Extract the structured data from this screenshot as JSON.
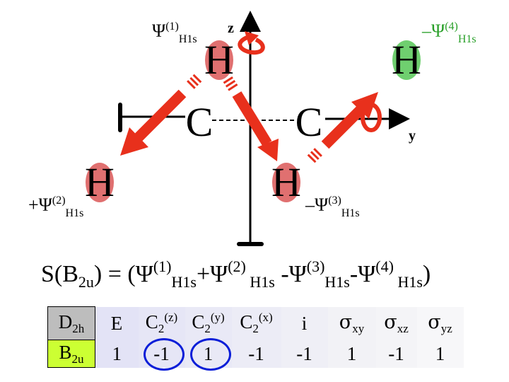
{
  "axes": {
    "z": "z",
    "y": "y"
  },
  "atoms": {
    "carbon": "C",
    "hydrogen": "H",
    "colors": {
      "carbon_text": "#000000",
      "h_fill": "#e07070",
      "h_fill_green": "#6fcf6f",
      "arrow": "#e8301c",
      "green_text": "#2aa02a"
    }
  },
  "orbital_labels": {
    "psi1": {
      "sign": "",
      "psi": "Ψ",
      "sup": "(1)",
      "sub": "H1s"
    },
    "psi2": {
      "sign": "+",
      "psi": "Ψ",
      "sup": "(2)",
      "sub": "H1s"
    },
    "psi3": {
      "sign": "–",
      "psi": "Ψ",
      "sup": "(3)",
      "sub": "H1s"
    },
    "psi4": {
      "sign": "–",
      "psi": "Ψ",
      "sup": "(4)",
      "sub": "H1s"
    }
  },
  "formula": {
    "lhs": "S(B",
    "lhs_sub": "2u",
    "lhs_close": ") =  (",
    "t1_psi": "Ψ",
    "t1_sup": "(1)",
    "t1_sub": "H1s",
    "op1": "+",
    "t2_psi": "Ψ",
    "t2_sup": "(2)",
    "t2_sub": " H1s",
    "op2": " -",
    "t3_psi": "Ψ",
    "t3_sup": "(3)",
    "t3_sub": "H1s",
    "op3": "-",
    "t4_psi": "Ψ",
    "t4_sup": "(4)",
    "t4_sub": " H1s",
    "close": ")"
  },
  "character_table": {
    "group": "D",
    "group_sub": "2h",
    "irrep": "B",
    "irrep_sub": "2u",
    "operations": [
      {
        "main": "E",
        "sub": "",
        "sup": ""
      },
      {
        "main": "C",
        "sub": "2",
        "sup": "(z)"
      },
      {
        "main": "C",
        "sub": "2",
        "sup": "(y)"
      },
      {
        "main": "C",
        "sub": "2",
        "sup": "(x)"
      },
      {
        "main": "i",
        "sub": "",
        "sup": ""
      },
      {
        "main": "σ",
        "sub": "xy",
        "sup": ""
      },
      {
        "main": "σ",
        "sub": "xz",
        "sup": ""
      },
      {
        "main": "σ",
        "sub": "yz",
        "sup": ""
      }
    ],
    "characters": [
      "1",
      "-1",
      "1",
      "-1",
      "-1",
      "1",
      "-1",
      "1"
    ],
    "highlight_color": "#0a1ed8"
  }
}
